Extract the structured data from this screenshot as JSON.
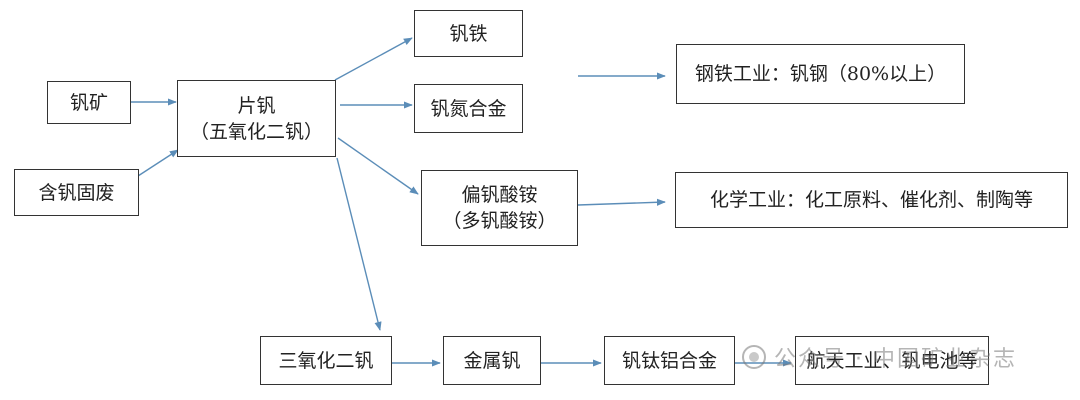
{
  "nodes": {
    "vanadium_ore": "钒矿",
    "vanadium_waste": "含钒固废",
    "flake_vanadium": [
      "片钒",
      "（五氧化二钒）"
    ],
    "ferrovanadium": "钒铁",
    "vanadium_nitrogen_alloy": "钒氮合金",
    "ammonium_metavanadate": [
      "偏钒酸铵",
      "（多钒酸铵）"
    ],
    "steel_industry": "钢铁工业：钒钢（80%以上）",
    "chemical_industry": "化学工业：化工原料、催化剂、制陶等",
    "vanadium_trioxide": "三氧化二钒",
    "metal_vanadium": "金属钒",
    "vanadium_titanium_aluminum_alloy": "钒钛铝合金",
    "aerospace_battery": "航天工业、钒电池等"
  },
  "watermark": {
    "label": "公众号 · 中国矿业杂志",
    "icon": "wechat-public-account-icon"
  },
  "colors": {
    "arrow": "#5b8db8",
    "border": "#333333",
    "text": "#222222"
  }
}
